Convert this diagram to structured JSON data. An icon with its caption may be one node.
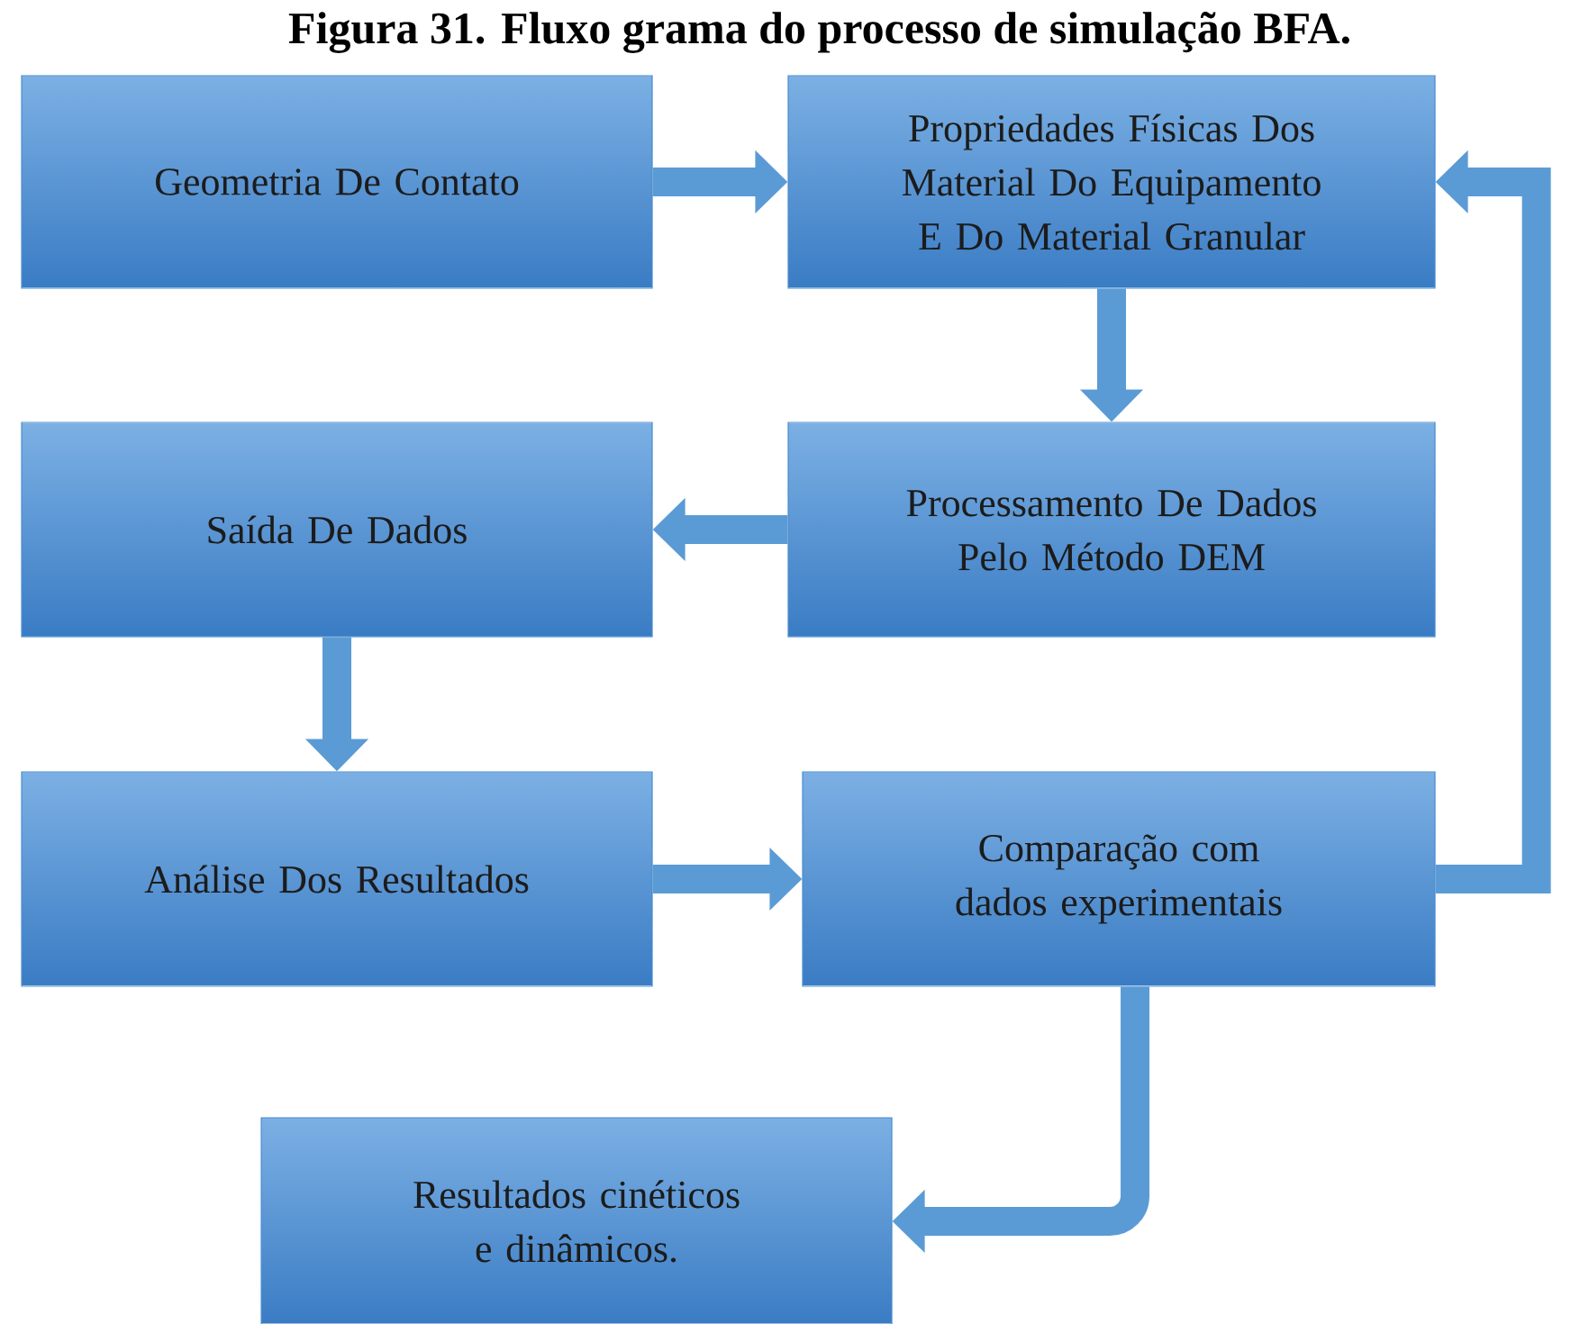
{
  "diagram": {
    "title": "Figura 31. Fluxo grama do processo de simulação BFA.",
    "nodes": [
      {
        "text": [
          "Geometria De Contato"
        ]
      },
      {
        "text": [
          "Propriedades Físicas Dos Material Do Equipamento E Do Material Granular"
        ]
      },
      {
        "text": [
          "Saída De Dados"
        ]
      },
      {
        "text": [
          "Processamento De Dados Pelo Método DEM"
        ]
      },
      {
        "text": [
          "Análise Dos Resultados"
        ]
      },
      {
        "text": [
          "Comparação com dados experimentais"
        ]
      },
      {
        "text": [
          "Resultados cinéticos e dinâmicos."
        ]
      }
    ],
    "edges": [
      {
        "from": 0,
        "to": 1,
        "arrow": "to"
      },
      {
        "from": 1,
        "to": 3,
        "arrow": "to"
      },
      {
        "from": 3,
        "to": 2,
        "arrow": "to"
      },
      {
        "from": 2,
        "to": 4,
        "arrow": "to"
      },
      {
        "from": 4,
        "to": 5,
        "arrow": "to"
      },
      {
        "from": 5,
        "to": 1,
        "arrow": "to"
      },
      {
        "from": 5,
        "to": 6,
        "arrow": "to"
      }
    ]
  }
}
